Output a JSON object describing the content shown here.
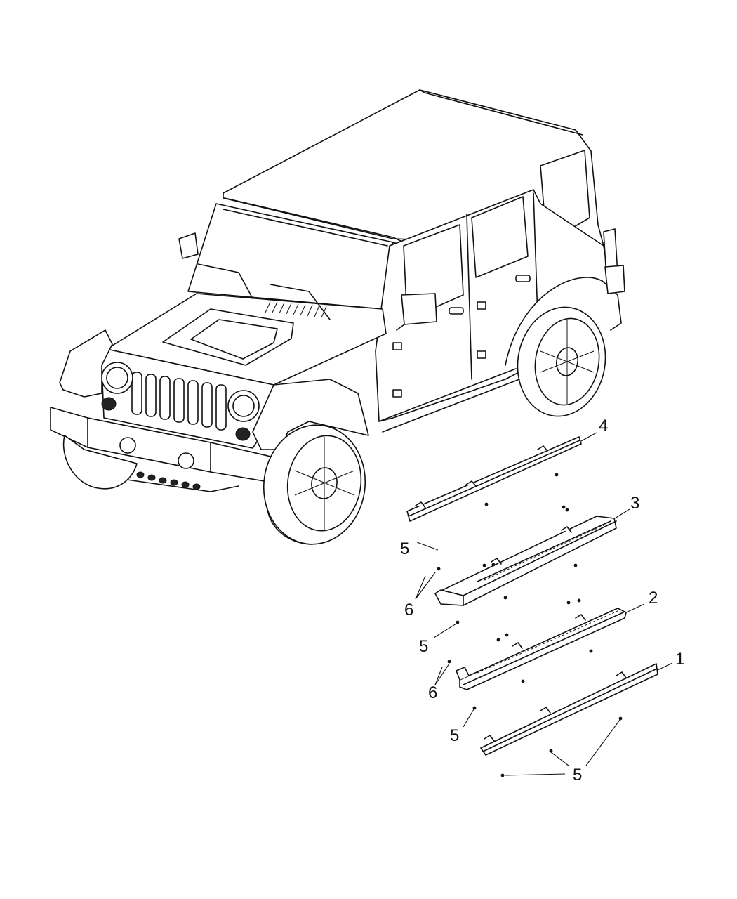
{
  "callouts": {
    "c1": "1",
    "c2": "2",
    "c3": "3",
    "c4": "4",
    "c5a": "5",
    "c5b": "5",
    "c5c": "5",
    "c5d": "5",
    "c6a": "6",
    "c6b": "6"
  }
}
